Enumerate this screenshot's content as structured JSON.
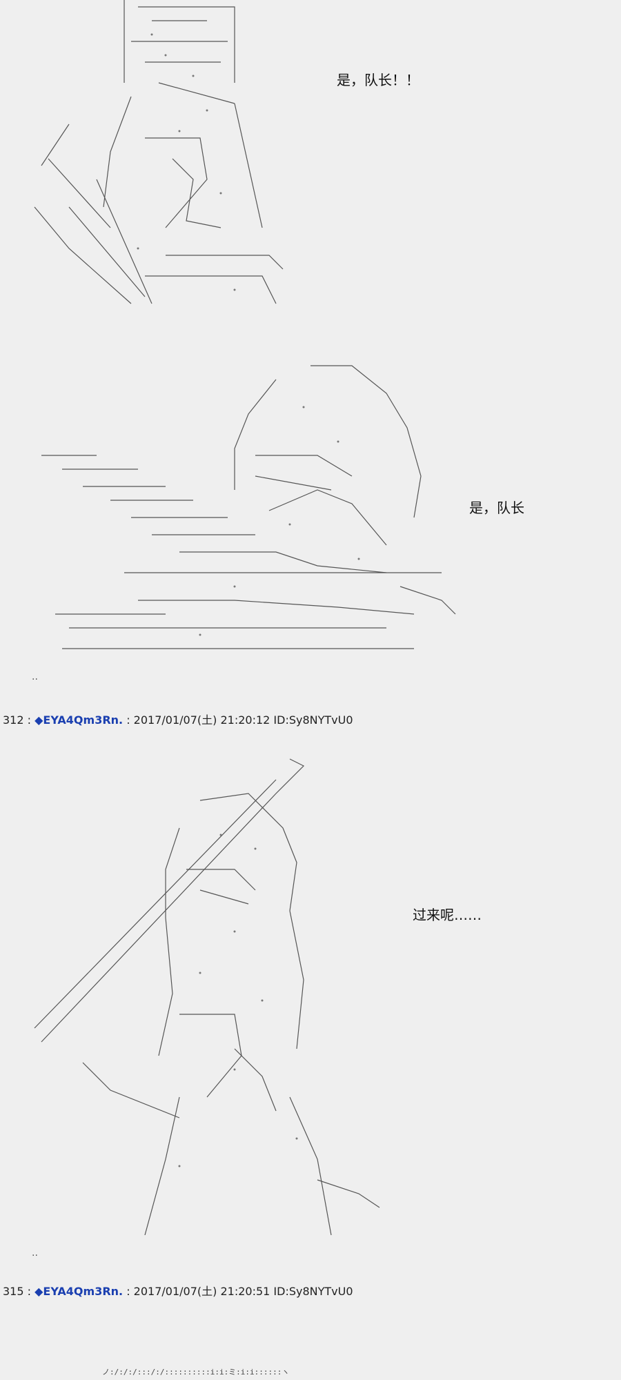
{
  "panels": [
    {
      "dialogue": "是，队长！！"
    },
    {
      "dialogue": "是，队长"
    },
    {
      "dialogue": "过来呢……"
    }
  ],
  "posts": [
    {
      "number": "312",
      "sep": " : ",
      "trip": "◆EYA4Qm3Rn.",
      "meta": " : 2017/01/07(土) 21:20:12 ID:Sy8NYTvU0"
    },
    {
      "number": "315",
      "sep": " : ",
      "trip": "◆EYA4Qm3Rn.",
      "meta": " : 2017/01/07(土) 21:20:51 ID:Sy8NYTvU0"
    }
  ],
  "separators": [
    "..",
    ".."
  ],
  "bottom_ascii_fragment": "ノ:/:/:/:::/:/::::::::::i:i:ミ:i:i::::::ヽ"
}
